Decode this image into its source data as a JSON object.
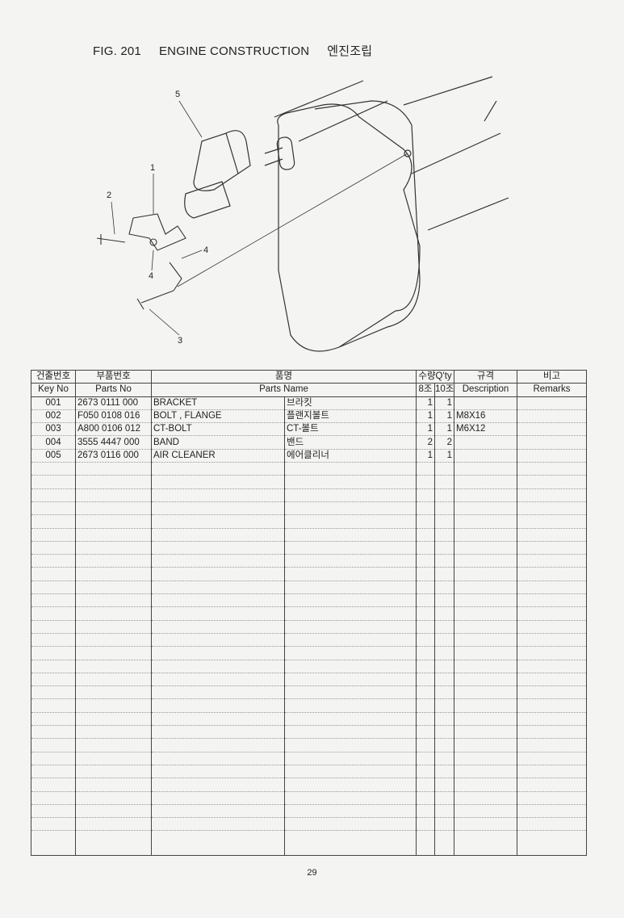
{
  "header": {
    "fig": "FIG. 201",
    "title_en": "ENGINE CONSTRUCTION",
    "title_ko": "엔진조립"
  },
  "diagram": {
    "callouts": [
      "1",
      "2",
      "3",
      "4",
      "4",
      "5"
    ]
  },
  "table": {
    "headers_ko": {
      "key": "건출번호",
      "parts_no": "부품번호",
      "name": "품명",
      "qty": "수량Q'ty",
      "desc": "규격",
      "remarks": "비고"
    },
    "headers_en": {
      "key": "Key No",
      "parts_no": "Parts No",
      "name": "Parts Name",
      "qty8": "8조",
      "qty10": "10조",
      "desc": "Description",
      "remarks": "Remarks"
    },
    "rows": [
      {
        "key": "001",
        "parts_no": "2673 0111 000",
        "name_en": "BRACKET",
        "name_ko": "브라킷",
        "q8": "1",
        "q10": "1",
        "desc": "",
        "remarks": ""
      },
      {
        "key": "002",
        "parts_no": "F050 0108 016",
        "name_en": "BOLT , FLANGE",
        "name_ko": "플랜지볼트",
        "q8": "1",
        "q10": "1",
        "desc": "M8X16",
        "remarks": ""
      },
      {
        "key": "003",
        "parts_no": "A800 0106 012",
        "name_en": "CT-BOLT",
        "name_ko": "CT-볼트",
        "q8": "1",
        "q10": "1",
        "desc": "M6X12",
        "remarks": ""
      },
      {
        "key": "004",
        "parts_no": "3555 4447 000",
        "name_en": "BAND",
        "name_ko": "밴드",
        "q8": "2",
        "q10": "2",
        "desc": "",
        "remarks": ""
      },
      {
        "key": "005",
        "parts_no": "2673 0116 000",
        "name_en": "AIR CLEANER",
        "name_ko": "에어클리너",
        "q8": "1",
        "q10": "1",
        "desc": "",
        "remarks": ""
      }
    ]
  },
  "footer": {
    "page": "29"
  }
}
